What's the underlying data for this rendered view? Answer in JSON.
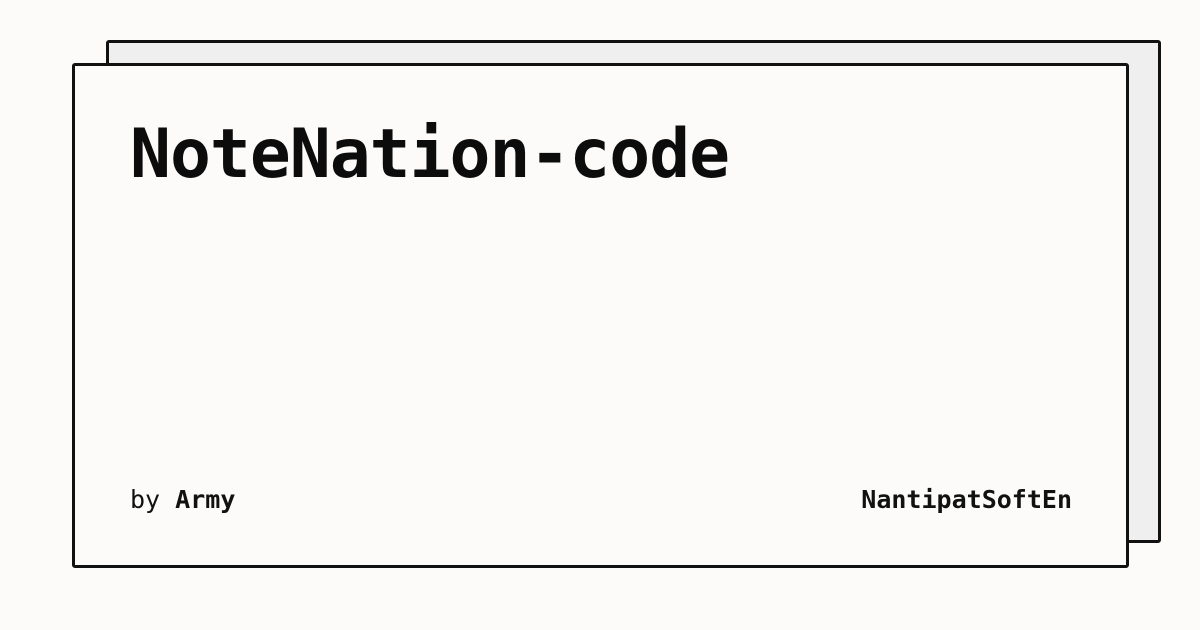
{
  "card": {
    "title": "NoteNation-code",
    "byline": {
      "prefix": "by",
      "author": "Army"
    },
    "organization": "NantipatSoftEn"
  },
  "colors": {
    "background": "#fcfbf9",
    "card_back": "#efefef",
    "border": "#111111",
    "text": "#0c0c0c"
  }
}
